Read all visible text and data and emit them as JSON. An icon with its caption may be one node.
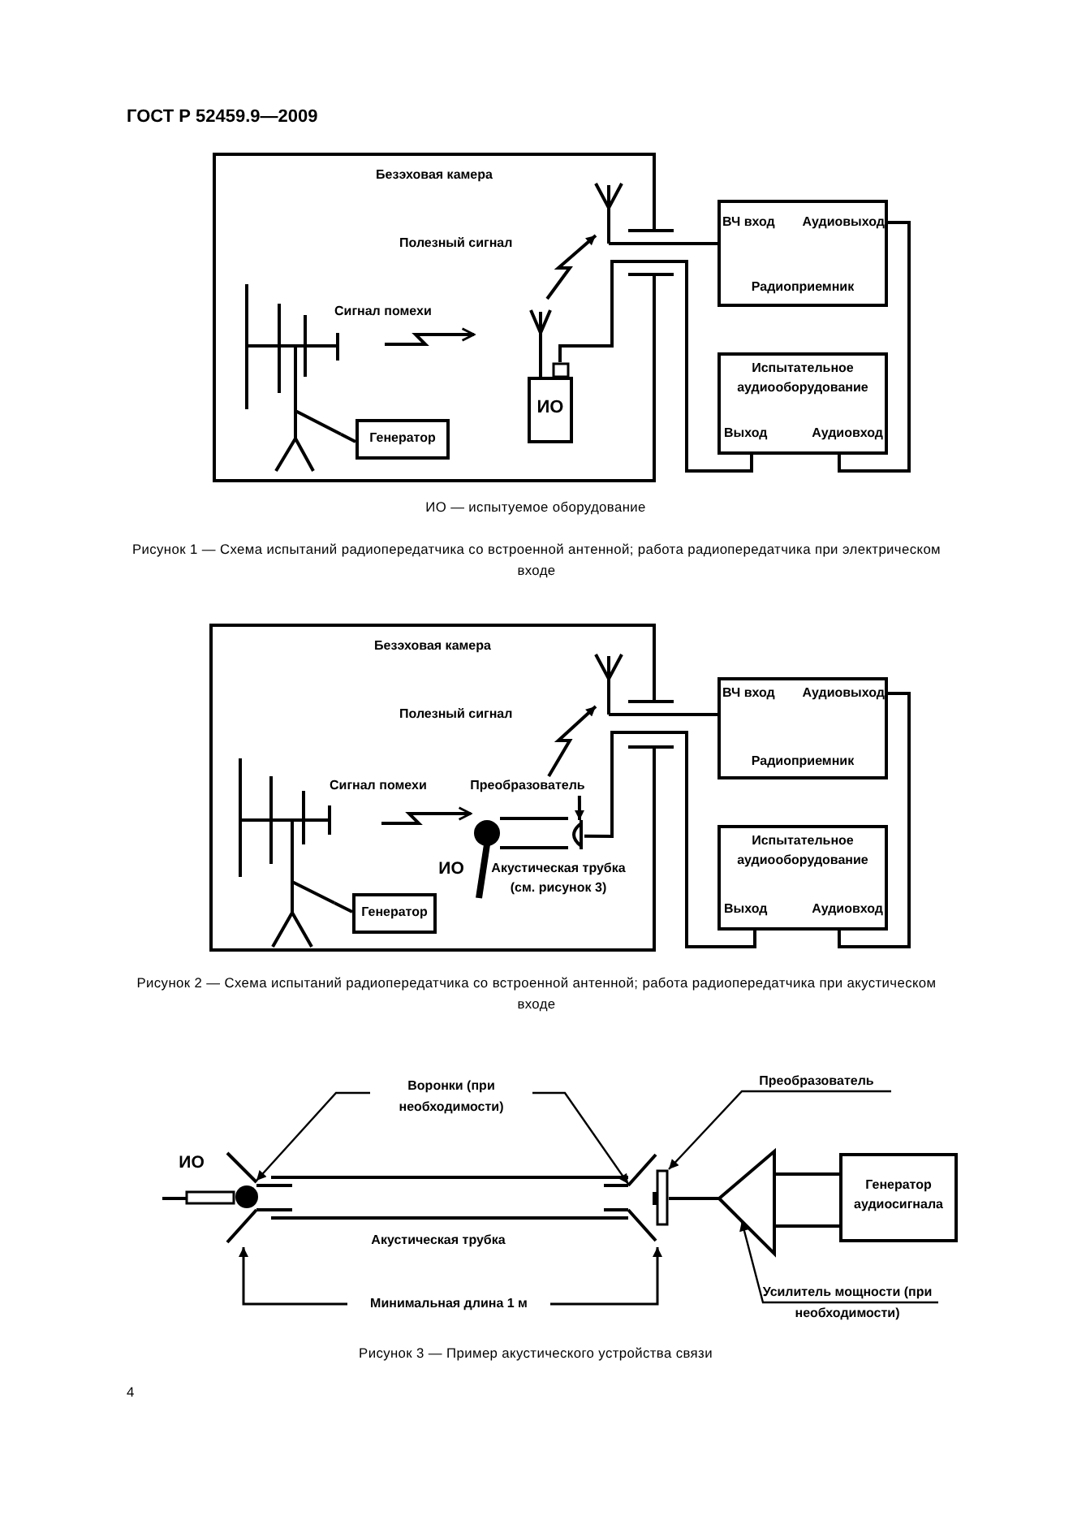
{
  "diagram": {
    "title": "ГОСТ Р 52459.9—2009",
    "nodes": [
      {
        "text": [
          "Безэховая камера"
        ]
      },
      {
        "text": [],
        "shape": "antenna",
        "in": 0
      },
      {
        "text": [],
        "shape": "antenna",
        "in": 0
      },
      {
        "text": [
          "ИО"
        ],
        "in": 0
      },
      {
        "text": [
          "Генератор"
        ],
        "in": 0
      },
      {
        "text": [
          "ВЧ вход",
          "Аудиовыход",
          "Радиоприемник"
        ]
      },
      {
        "text": [
          "Испытательное аудиооборудование",
          "Выход",
          "Аудиовход"
        ]
      },
      {
        "text": [
          "Безэховая камера"
        ]
      },
      {
        "text": [],
        "shape": "antenna",
        "in": 7
      },
      {
        "text": [],
        "shape": "antenna",
        "in": 7
      },
      {
        "text": [
          "Преобразователь"
        ],
        "in": 7
      },
      {
        "text": [],
        "shape": "box",
        "in": 7
      },
      {
        "text": [],
        "shape": "microphone",
        "beside": [
          "ИО"
        ],
        "in": 7
      },
      {
        "text": [],
        "shape": "tube",
        "in": 7
      },
      {
        "text": [
          "Генератор"
        ],
        "in": 7
      },
      {
        "text": [
          "ВЧ вход",
          "Аудиовыход",
          "Радиоприемник"
        ]
      },
      {
        "text": [
          "Испытательное аудиооборудование",
          "Выход",
          "Аудиовход"
        ]
      },
      {
        "text": [
          "Воронки (при необходимости)"
        ]
      },
      {
        "text": [
          "Преобразователь"
        ]
      },
      {
        "text": [],
        "shape": "microphone",
        "beside": [
          "ИО"
        ]
      },
      {
        "text": [],
        "shape": "funnel"
      },
      {
        "text": [],
        "shape": "tube",
        "beside": [
          "Акустическая трубка"
        ]
      },
      {
        "text": [],
        "shape": "funnel"
      },
      {
        "text": [],
        "shape": "box"
      },
      {
        "text": [],
        "shape": "triangle"
      },
      {
        "text": [
          "Генератор аудиосигнала"
        ]
      },
      {
        "text": [
          "Усилитель мощности (при необходимости)"
        ]
      }
    ],
    "edges": [
      {
        "from": 2,
        "to": 4,
        "arrow": "none"
      },
      {
        "from": 1,
        "to": 5,
        "arrow": "none"
      },
      {
        "from": 3,
        "to": 6,
        "arrow": "none"
      },
      {
        "from": 5,
        "to": 6,
        "arrow": "none"
      },
      {
        "from": 9,
        "to": 14,
        "arrow": "none"
      },
      {
        "from": 8,
        "to": 15,
        "arrow": "none"
      },
      {
        "from": 10,
        "to": 11,
        "arrow": "to"
      },
      {
        "from": 11,
        "to": 16,
        "arrow": "none"
      },
      {
        "from": 15,
        "to": 16,
        "arrow": "none"
      },
      {
        "from": 17,
        "to": 20,
        "arrow": "to"
      },
      {
        "from": 17,
        "to": 22,
        "arrow": "to"
      },
      {
        "from": 18,
        "to": 23,
        "arrow": "to"
      },
      {
        "from": 23,
        "to": 24,
        "arrow": "none"
      },
      {
        "from": 24,
        "to": 25,
        "arrow": "none"
      },
      {
        "from": 24,
        "to": 25,
        "arrow": "none"
      },
      {
        "from": 26,
        "to": 24,
        "arrow": "to"
      },
      {
        "from": 3,
        "to": 1,
        "arrow": "to"
      },
      {
        "from": 10,
        "to": 8,
        "arrow": "to"
      }
    ],
    "labels": [
      "Полезный сигнал",
      "Сигнал помехи",
      "ИО — испытуемое оборудование",
      "Рисунок 1 — Схема испытаний радиопередатчика со встроенной антенной; работа радиопередатчика при электрическом входе",
      "Полезный сигнал",
      "Сигнал помехи",
      "Акустическая трубка (см. рисунок 3)",
      "Рисунок 2 — Схема испытаний радиопередатчика со встроенной антенной; работа радиопередатчика при акустическом входе",
      "Минимальная длина 1 м",
      "Рисунок 3 — Пример акустического устройства связи",
      "4"
    ]
  }
}
